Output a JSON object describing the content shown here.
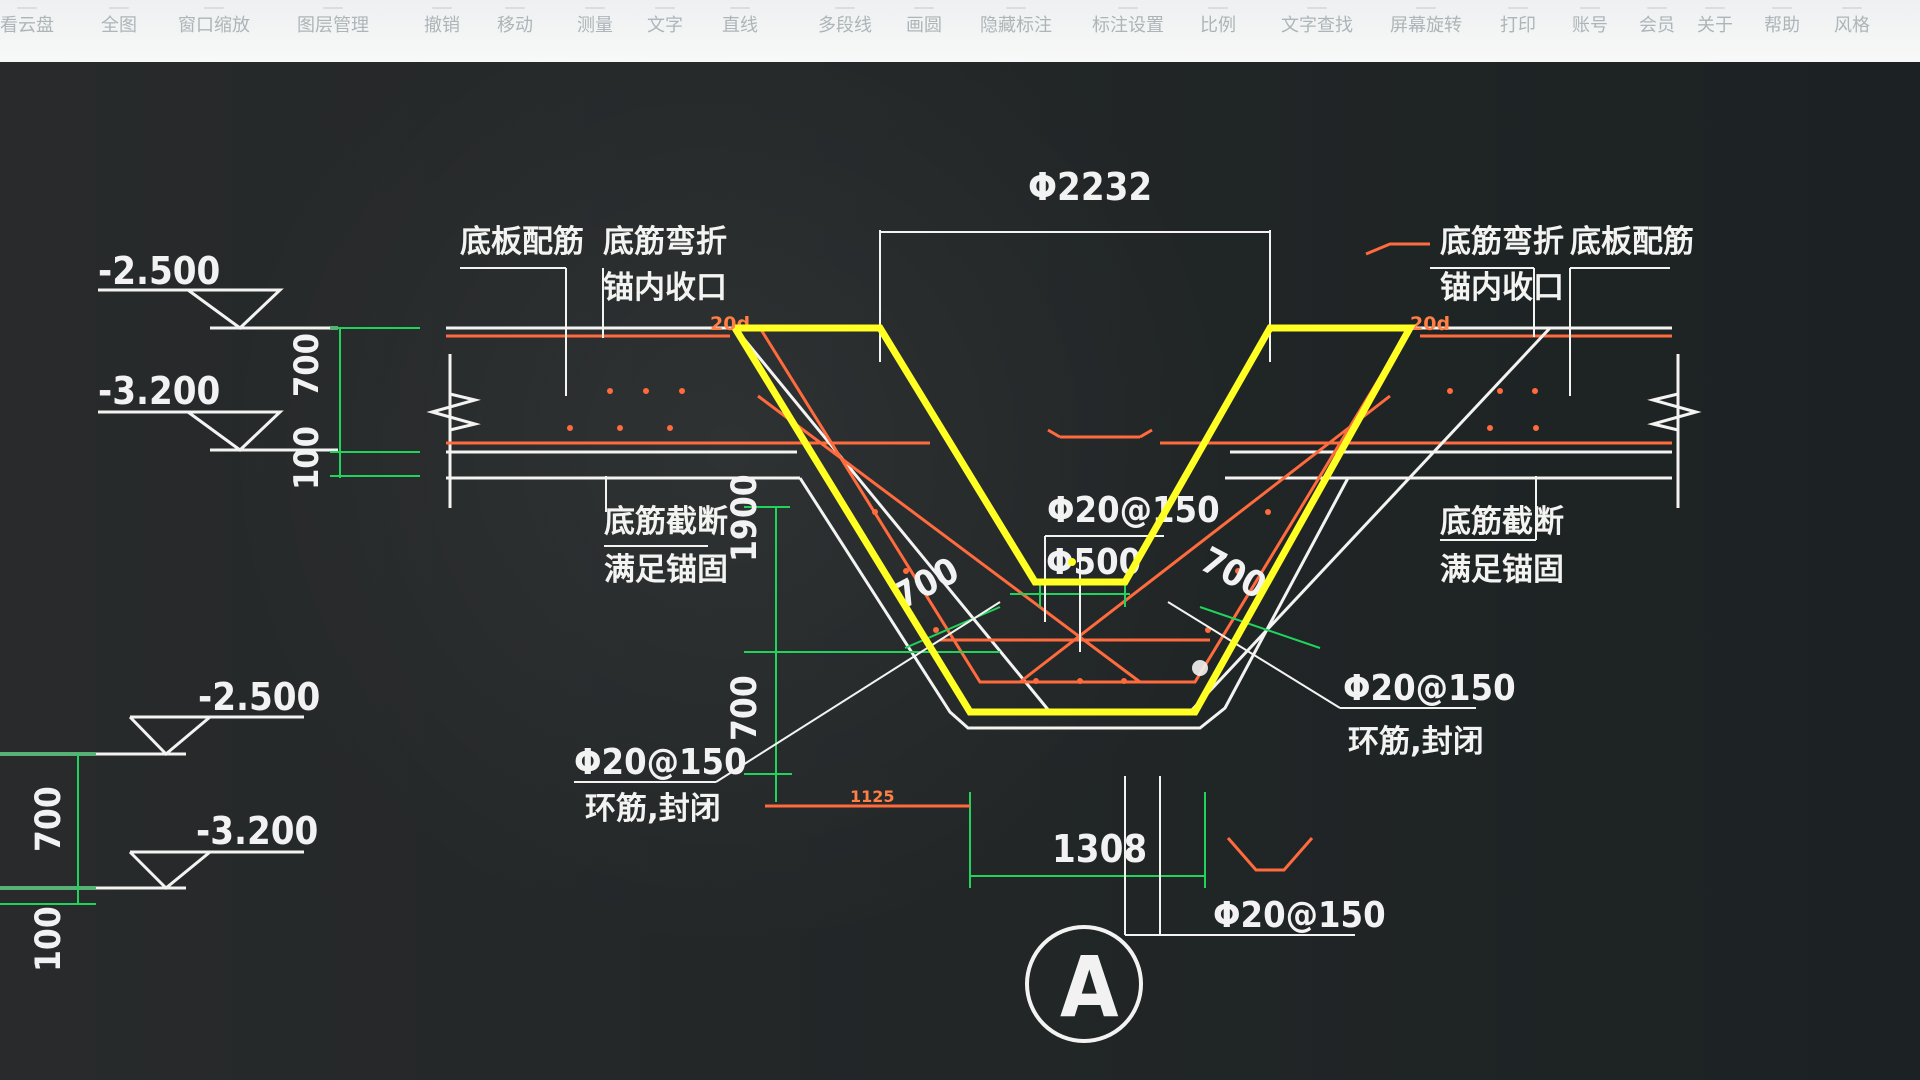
{
  "toolbar": {
    "items": [
      "看云盘",
      "全图",
      "窗口缩放",
      "图层管理",
      "撤销",
      "移动",
      "测量",
      "文字",
      "直线",
      "多段线",
      "画圆",
      "隐藏标注",
      "标注设置",
      "比例",
      "文字查找",
      "屏幕旋转",
      "打印",
      "账号",
      "会员",
      "关于",
      "帮助",
      "风格"
    ]
  },
  "drawing": {
    "top_dimension": "Φ2232",
    "left_elevation_top": "-2.500",
    "left_elevation_mid": "-3.200",
    "left_height_700": "700",
    "left_height_100": "100",
    "lower_elevation_top": "-2.500",
    "lower_elevation_bottom": "-3.200",
    "lower_height_700": "700",
    "lower_height_100": "100",
    "left_label_bottom_reinf": "底板配筋",
    "left_label_bend_1": "底筋弯折",
    "left_label_bend_2": "锚内收口",
    "left_label_cut_1": "底筋截断",
    "left_label_cut_2": "满足锚固",
    "right_label_bend_1": "底筋弯折",
    "right_label_bend_2": "锚内收口",
    "right_label_bottom_reinf": "底板配筋",
    "right_label_cut_1": "底筋截断",
    "right_label_cut_2": "满足锚固",
    "vertical_1900": "1900",
    "vertical_700": "700",
    "left_slope_700": "700",
    "right_slope_700": "700",
    "center_rebar": "Φ20@150",
    "center_pipe": "Φ500",
    "right_ring_rebar": "Φ20@150",
    "right_ring_note": "环筋,封闭",
    "left_ring_rebar": "Φ20@150",
    "left_ring_note": "环筋,封闭",
    "bottom_small_dim": "1125",
    "bottom_width": "1308",
    "bottom_right_rebar": "Φ20@150",
    "axis_label": "A",
    "left_small_code": "20d",
    "right_small_code": "20d"
  },
  "colors": {
    "background": "#24292a",
    "white_line": "#f3f3f1",
    "green_dim": "#1fd35b",
    "orange_rebar": "#ff6b3d",
    "yellow_highlight": "#ffff24"
  }
}
